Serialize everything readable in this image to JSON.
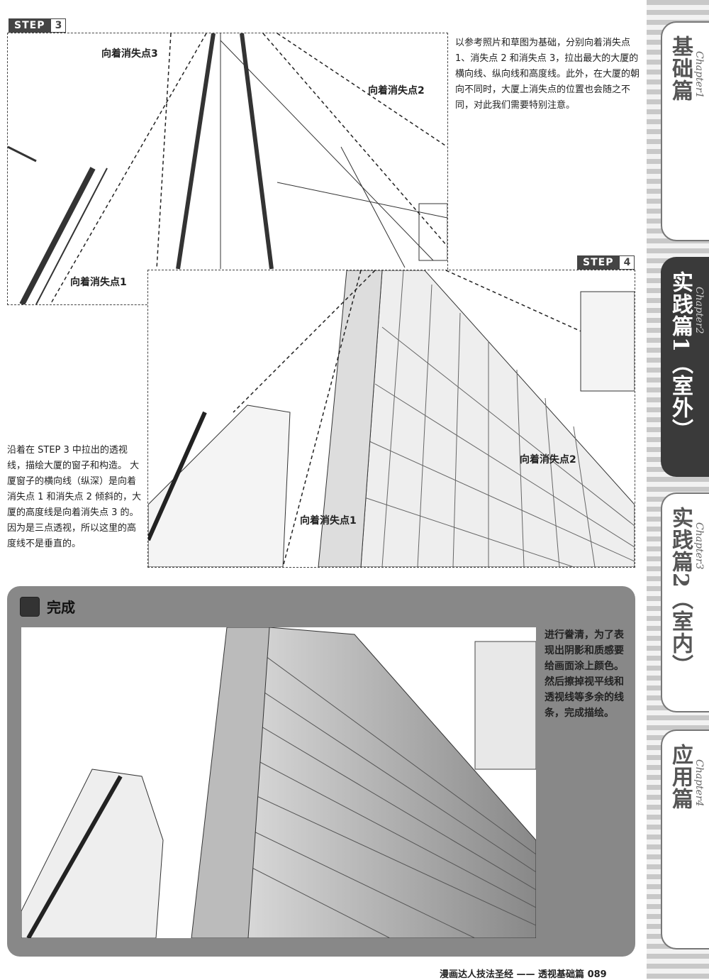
{
  "step3": {
    "word": "STEP",
    "num": "3",
    "arrow_vp3": "向着消失点3",
    "arrow_vp2": "向着消失点2",
    "arrow_vp1": "向着消失点1",
    "description": "以参考照片和草图为基础，分别向着消失点 1、消失点 2 和消失点 3，拉出最大的大厦的横向线、纵向线和高度线。此外，在大厦的朝向不同时，大厦上消失点的位置也会随之不同，对此我们需要特别注意。"
  },
  "step4": {
    "word": "STEP",
    "num": "4",
    "arrow_vp2": "向着消失点2",
    "arrow_vp1": "向着消失点1",
    "description": "沿着在 STEP 3 中拉出的透视线，描绘大厦的窗子和构造。 大厦窗子的横向线（纵深）是向着消失点 1 和消失点 2 倾斜的，大厦的高度线是向着消失点 3 的。因为是三点透视，所以这里的高度线不是垂直的。"
  },
  "final": {
    "title": "完成",
    "description": "进行誊清，为了表现出阴影和质感要给画面涂上颜色。然后擦掉视平线和透视线等多余的线条，完成描绘。",
    "icon": "cube-icon"
  },
  "tabs": [
    {
      "title": "基础篇",
      "chapter": "Chapter1",
      "active": false
    },
    {
      "title": "实践篇1（室外）",
      "chapter": "Chapter2",
      "active": true
    },
    {
      "title": "实践篇2（室内）",
      "chapter": "Chapter3",
      "active": false
    },
    {
      "title": "应用篇",
      "chapter": "Chapter4",
      "active": false
    }
  ],
  "footer": "漫画达人技法圣经 —— 透视基础篇 089"
}
